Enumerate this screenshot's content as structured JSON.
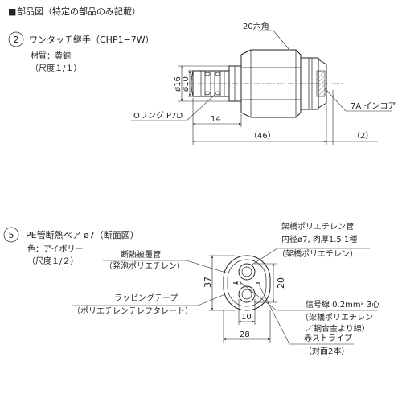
{
  "header": {
    "bullet": "■",
    "title": "部品図（特定の部品のみ記載）"
  },
  "part2": {
    "number": "2",
    "name": "ワンタッチ継手（CHP1−7W）",
    "material": "材質：黄銅",
    "scale": "（尺度１/１）",
    "dims": {
      "hex": "20六角",
      "d16": "ø16",
      "d10": "ø10",
      "oring": "Oリング P7D",
      "len14": "14",
      "len46": "（46）",
      "len2": "（2）",
      "inco": "7A インコア"
    }
  },
  "part5": {
    "number": "5",
    "name": "PE管断熱ペア ø7（断面図）",
    "color": "色：アイボリー",
    "scale": "（尺度１/２）",
    "labels": {
      "inner_pipe": "架橋ポリエチレン管",
      "inner_spec": "内径ø7, 肉厚1.5 1種",
      "inner_mat": "（架橋ポリエチレン）",
      "insul": "断熱被覆管",
      "insul_mat": "（発泡ポリエチレン）",
      "tape": "ラッピングテープ",
      "tape_mat": "（ポリエチレンテレフタレート）",
      "signal": "信号線 0.2mm² 3心",
      "signal_mat1": "（架橋ポリエチレン",
      "signal_mat2": "／銅合金より線）",
      "stripe": "赤ストライプ",
      "stripe_note": "（対面2本）"
    },
    "dims": {
      "h37": "37",
      "h20": "20",
      "w10": "10",
      "w28": "28"
    }
  }
}
